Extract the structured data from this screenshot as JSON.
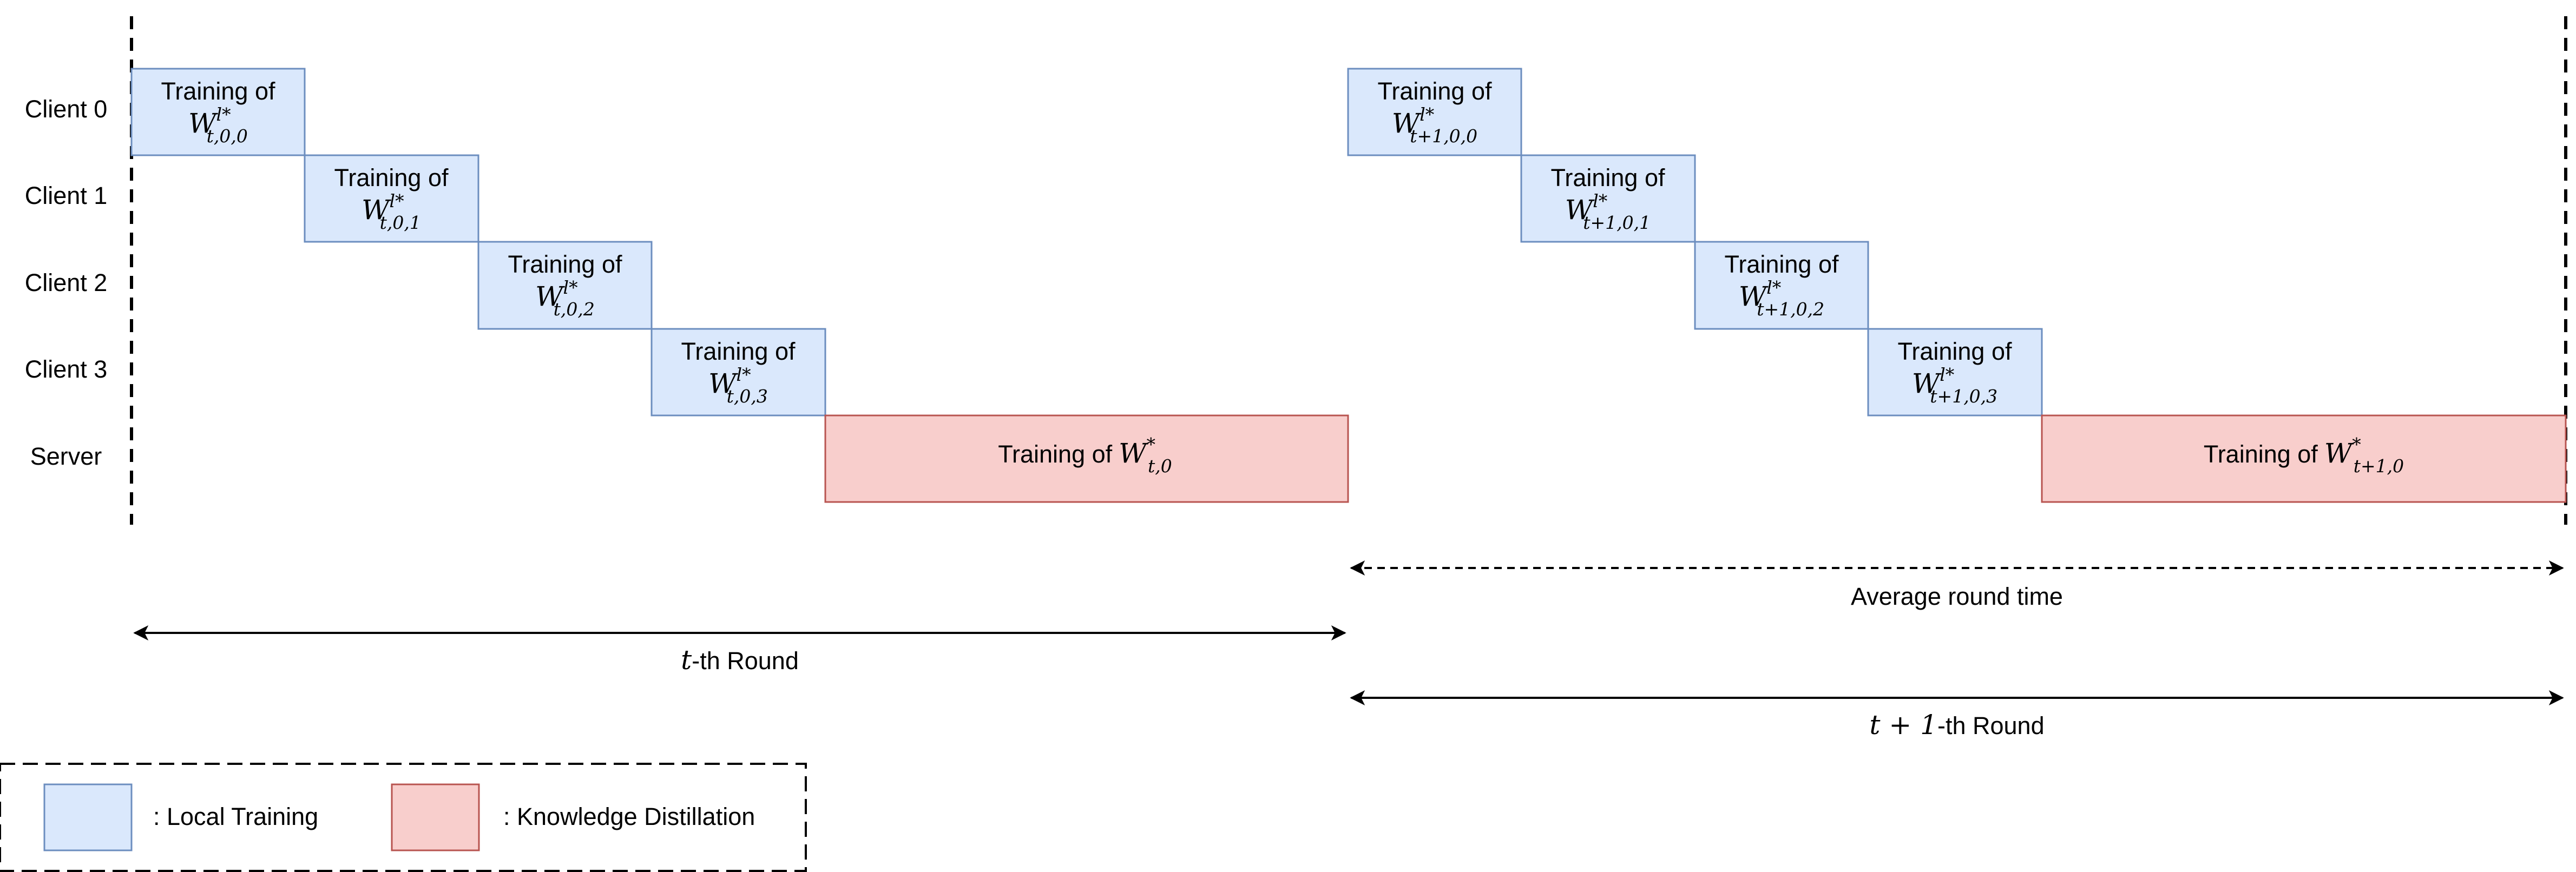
{
  "colors": {
    "local_fill": "#dae8fc",
    "local_stroke": "#6c8ebf",
    "kd_fill": "#f8cecc",
    "kd_stroke": "#b85450",
    "line": "#000000",
    "text": "#000000"
  },
  "rows": [
    "Client 0",
    "Client 1",
    "Client 2",
    "Client 3",
    "Server"
  ],
  "block_prefix": "Training of",
  "math": {
    "W": "W",
    "star": "*",
    "lstar": "l*"
  },
  "rounds": [
    {
      "label_var": "t",
      "label_suffix": "-th Round",
      "clients": [
        {
          "row": 0,
          "subscript": "t,0,0"
        },
        {
          "row": 1,
          "subscript": "t,0,1"
        },
        {
          "row": 2,
          "subscript": "t,0,2"
        },
        {
          "row": 3,
          "subscript": "t,0,3"
        }
      ],
      "server_subscript": "t,0"
    },
    {
      "label_var": "t + 1",
      "label_suffix": "-th Round",
      "clients": [
        {
          "row": 0,
          "subscript": "t+1,0,0"
        },
        {
          "row": 1,
          "subscript": "t+1,0,1"
        },
        {
          "row": 2,
          "subscript": "t+1,0,2"
        },
        {
          "row": 3,
          "subscript": "t+1,0,3"
        }
      ],
      "server_subscript": "t+1,0"
    }
  ],
  "average_round_time_label": "Average round time",
  "legend": {
    "local_label": ": Local Training",
    "kd_label": ": Knowledge Distillation"
  }
}
